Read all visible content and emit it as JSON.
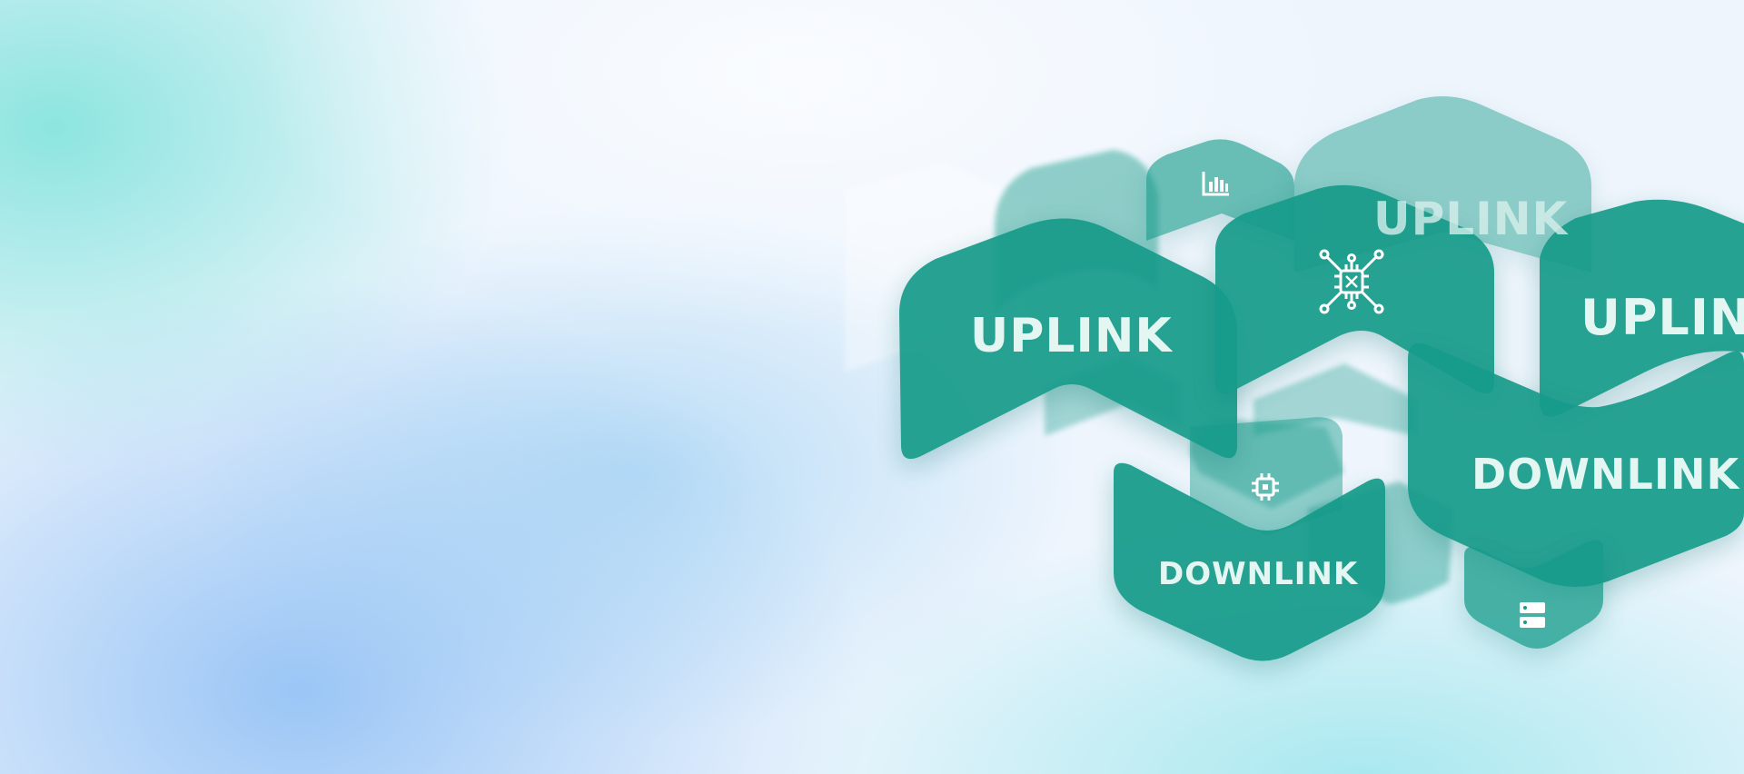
{
  "tiles": {
    "uplink_main": "UPLINK",
    "uplink_top_faded": "UPLINK",
    "uplink_right": "UPLINK",
    "downlink_right": "DOWNLINK",
    "downlink_bottom": "DOWNLINK"
  },
  "icons": [
    "bar-chart-icon",
    "circuit-chip-icon",
    "cpu-chip-icon",
    "server-icon"
  ],
  "colors": {
    "tile_teal": "#139b8a",
    "tile_text": "#e3f6f2",
    "background_blue": "#a6caf3",
    "background_aqua": "#92e4df"
  }
}
